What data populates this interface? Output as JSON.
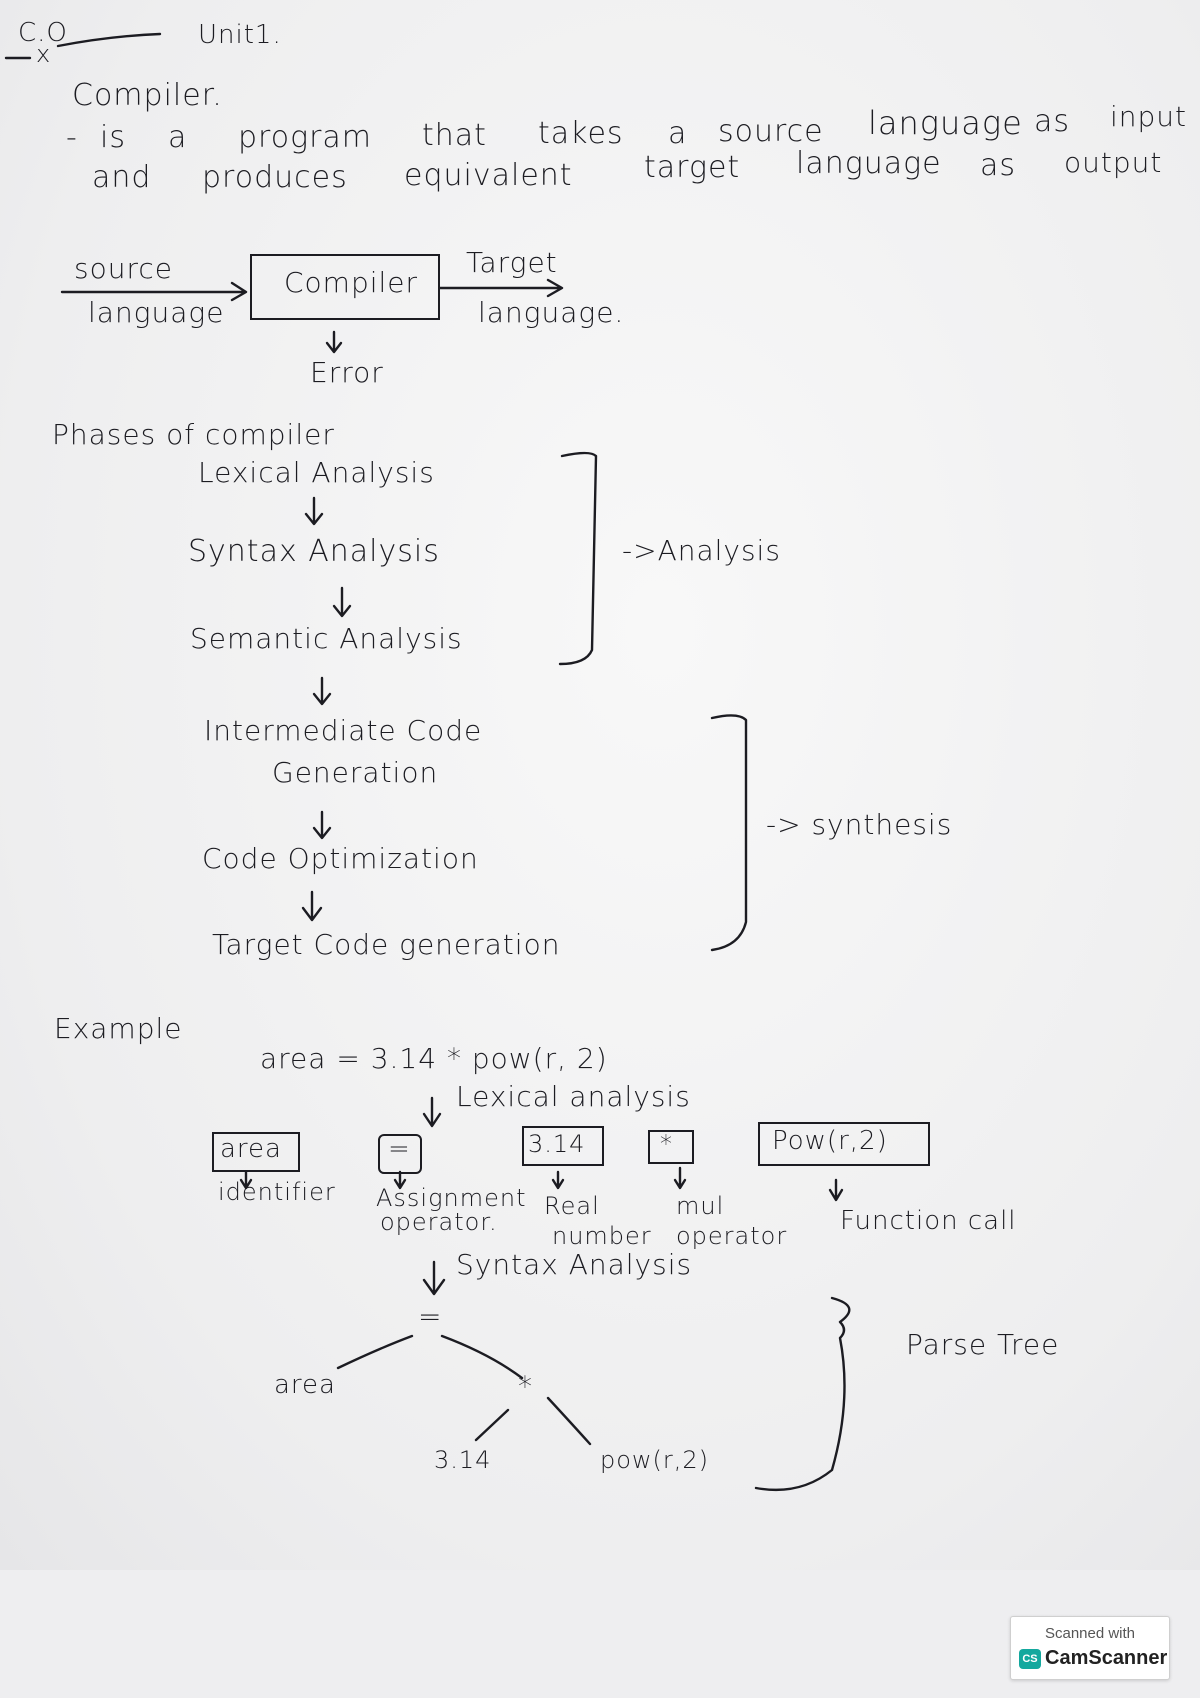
{
  "header": {
    "course": "C.O",
    "mark": "x",
    "unit": "Unit1."
  },
  "definition": {
    "heading": "Compiler.",
    "bullet": "-",
    "line1": [
      "is",
      "a",
      "program",
      "that",
      "takes",
      "a",
      "source",
      "language",
      "as",
      "input"
    ],
    "line2": [
      "and",
      "produces",
      "equivalent",
      "target",
      "language",
      "as",
      "output"
    ]
  },
  "block_diagram": {
    "source_top": "source",
    "source_bottom": "language",
    "box_label": "Compiler",
    "target_top": "Target",
    "target_bottom": "language.",
    "error_label": "Error"
  },
  "phases": {
    "heading": "Phases of compiler",
    "lexical": "Lexical Analysis",
    "syntax": "Syntax Analysis",
    "semantic": "Semantic Analysis",
    "intermediate_1": "Intermediate Code",
    "intermediate_2": "Generation",
    "optimization": "Code Optimization",
    "target": "Target Code generation",
    "analysis_label": "->Analysis",
    "synthesis_label": "-> synthesis"
  },
  "example": {
    "heading": "Example",
    "statement": "area = 3.14 * pow(r, 2)",
    "lexical_label": "Lexical analysis",
    "tokens": [
      {
        "token": "area",
        "meaning": [
          "identifier"
        ]
      },
      {
        "token": "=",
        "meaning": [
          "Assignment",
          "operator."
        ]
      },
      {
        "token": "3.14",
        "meaning": [
          "Real",
          "number"
        ]
      },
      {
        "token": "*",
        "meaning": [
          "mul",
          "operator"
        ]
      },
      {
        "token": "Pow(r,2)",
        "meaning": [
          "Function call"
        ]
      }
    ],
    "syntax_label": "Syntax Analysis",
    "tree": {
      "root": "=",
      "left": "area",
      "right": "*",
      "right_left": "3.14",
      "right_right": "pow(r,2)"
    },
    "parse_tree_label": "Parse Tree"
  },
  "watermark": {
    "top": "Scanned with",
    "logo": "CS",
    "name": "CamScanner"
  }
}
